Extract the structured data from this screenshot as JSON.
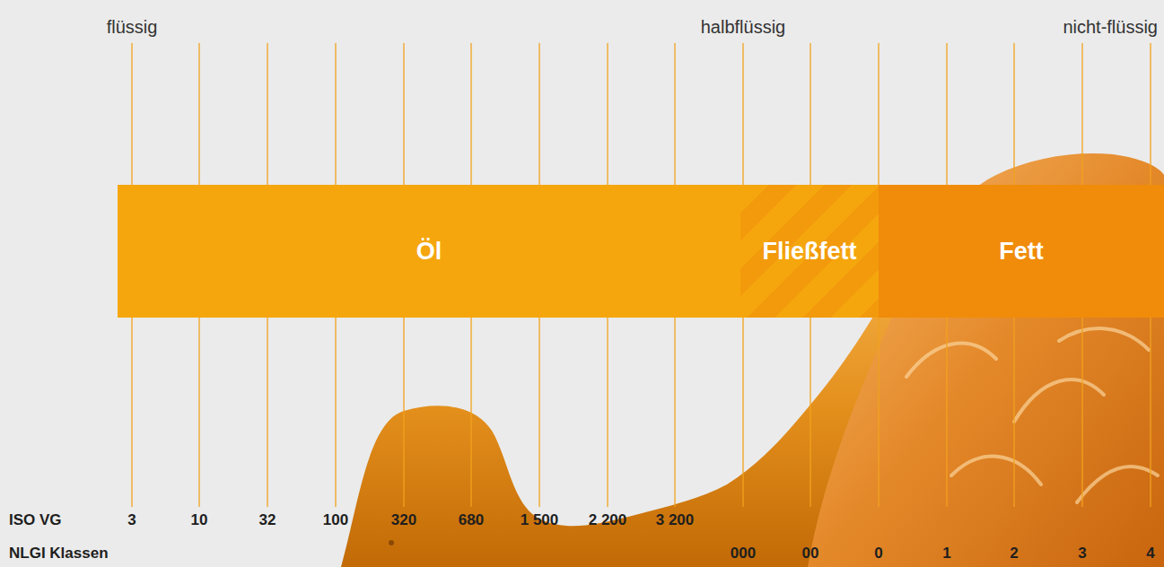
{
  "diagram": {
    "nodes": [
      {
        "text": [
          "Öl"
        ]
      },
      {
        "text": [
          "Fließfett"
        ]
      },
      {
        "text": [
          "Fett"
        ]
      }
    ],
    "labels": [
      "flüssig",
      "halbflüssig",
      "nicht-flüssig",
      "ISO VG",
      "3",
      "10",
      "32",
      "100",
      "320",
      "680",
      "1 500",
      "2 200",
      "3 200",
      "NLGI Klassen",
      "000",
      "00",
      "0",
      "1",
      "2",
      "3",
      "4"
    ]
  }
}
